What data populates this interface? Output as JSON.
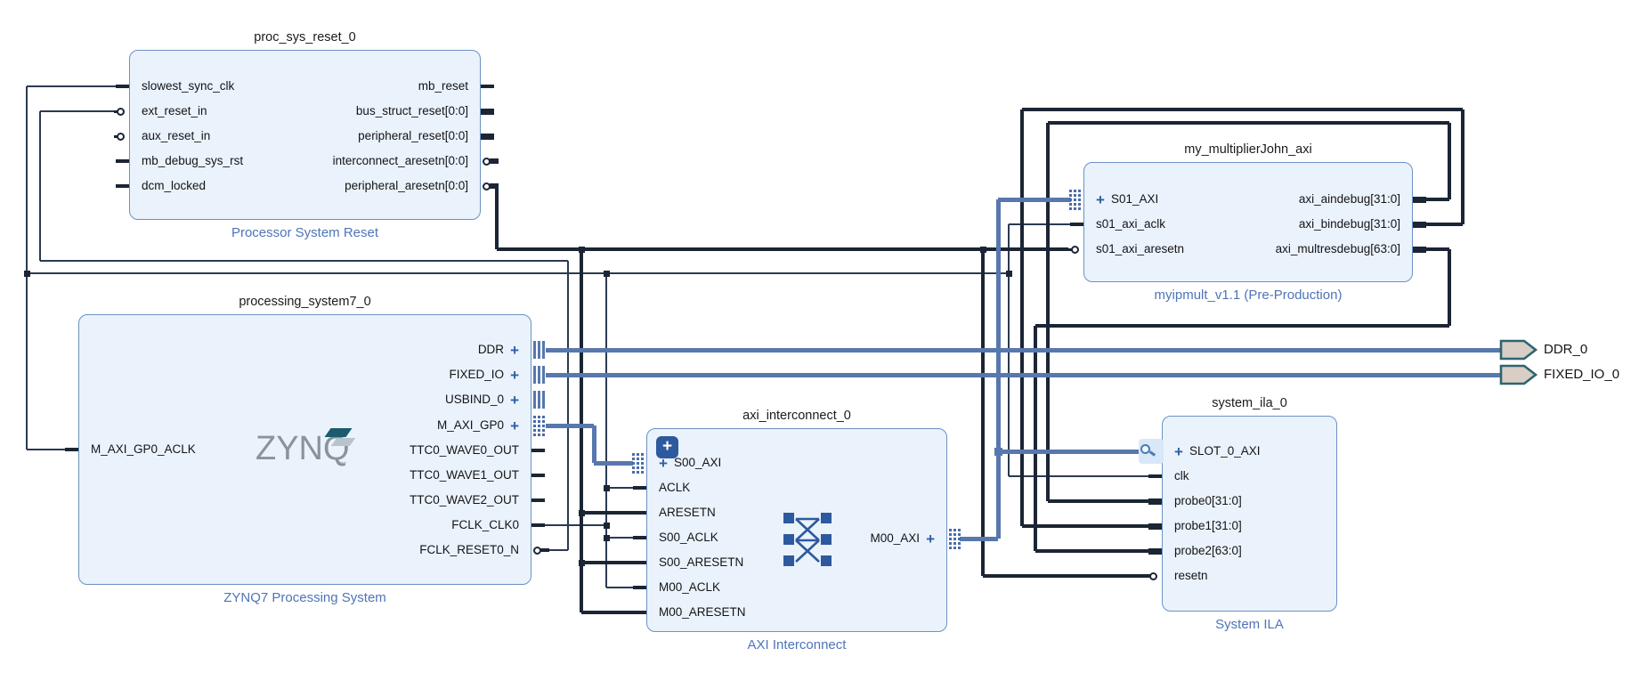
{
  "diagram": {
    "blocks": [
      {
        "id": "proc_sys_reset",
        "title": "proc_sys_reset_0",
        "sublabel": "Processor System Reset",
        "left_ports": [
          {
            "name": "slowest_sync_clk"
          },
          {
            "name": "ext_reset_in",
            "inverted": true
          },
          {
            "name": "aux_reset_in",
            "inverted": true
          },
          {
            "name": "mb_debug_sys_rst"
          },
          {
            "name": "dcm_locked"
          }
        ],
        "right_ports": [
          {
            "name": "mb_reset"
          },
          {
            "name": "bus_struct_reset[0:0]",
            "bus": true
          },
          {
            "name": "peripheral_reset[0:0]",
            "bus": true
          },
          {
            "name": "interconnect_aresetn[0:0]",
            "bus": true,
            "inverted": true
          },
          {
            "name": "peripheral_aresetn[0:0]",
            "bus": true,
            "inverted": true
          }
        ]
      },
      {
        "id": "processing_system7",
        "title": "processing_system7_0",
        "sublabel": "ZYNQ7 Processing System",
        "logo_text": "ZYNQ",
        "left_ports": [
          {
            "name": "M_AXI_GP0_ACLK"
          }
        ],
        "right_ports": [
          {
            "name": "DDR",
            "iface": "bars",
            "plus": true
          },
          {
            "name": "FIXED_IO",
            "iface": "bars",
            "plus": true
          },
          {
            "name": "USBIND_0",
            "iface": "bars",
            "plus": true
          },
          {
            "name": "M_AXI_GP0",
            "iface": "dots",
            "plus": true
          },
          {
            "name": "TTC0_WAVE0_OUT"
          },
          {
            "name": "TTC0_WAVE1_OUT"
          },
          {
            "name": "TTC0_WAVE2_OUT"
          },
          {
            "name": "FCLK_CLK0"
          },
          {
            "name": "FCLK_RESET0_N",
            "inverted": true
          }
        ]
      },
      {
        "id": "axi_interconnect",
        "title": "axi_interconnect_0",
        "sublabel": "AXI Interconnect",
        "left_ports": [
          {
            "name": "S00_AXI",
            "iface": "dots",
            "plus": true
          },
          {
            "name": "ACLK"
          },
          {
            "name": "ARESETN"
          },
          {
            "name": "S00_ACLK"
          },
          {
            "name": "S00_ARESETN"
          },
          {
            "name": "M00_ACLK"
          },
          {
            "name": "M00_ARESETN"
          }
        ],
        "right_ports": [
          {
            "name": "M00_AXI",
            "iface": "dots",
            "plus": true
          }
        ]
      },
      {
        "id": "my_multiplierJohn_axi",
        "title": "my_multiplierJohn_axi",
        "sublabel": "myipmult_v1.1 (Pre-Production)",
        "left_ports": [
          {
            "name": "S01_AXI",
            "iface": "dots",
            "plus": true
          },
          {
            "name": "s01_axi_aclk"
          },
          {
            "name": "s01_axi_aresetn",
            "inverted": true
          }
        ],
        "right_ports": [
          {
            "name": "axi_aindebug[31:0]",
            "bus": true
          },
          {
            "name": "axi_bindebug[31:0]",
            "bus": true
          },
          {
            "name": "axi_multresdebug[63:0]",
            "bus": true
          }
        ]
      },
      {
        "id": "system_ila",
        "title": "system_ila_0",
        "sublabel": "System ILA",
        "left_ports": [
          {
            "name": "SLOT_0_AXI",
            "iface": "mag",
            "plus": true
          },
          {
            "name": "clk"
          },
          {
            "name": "probe0[31:0]",
            "bus": true
          },
          {
            "name": "probe1[31:0]",
            "bus": true
          },
          {
            "name": "probe2[63:0]",
            "bus": true
          },
          {
            "name": "resetn",
            "inverted": true
          }
        ],
        "right_ports": []
      }
    ],
    "external_ports": [
      {
        "name": "DDR_0"
      },
      {
        "name": "FIXED_IO_0"
      }
    ]
  }
}
